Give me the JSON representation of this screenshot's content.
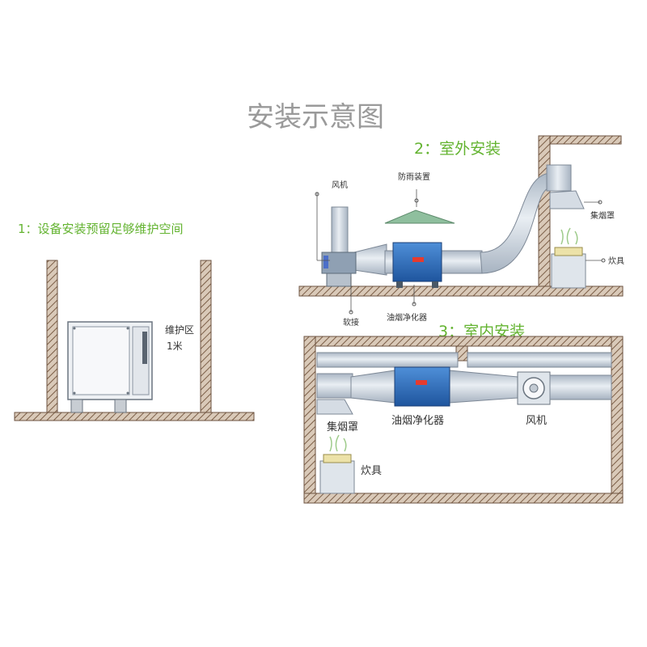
{
  "title": "安装示意图",
  "sections": {
    "s1": "1：设备安装预留足够维护空间",
    "s2": "2：室外安装",
    "s3": "3：室内安装"
  },
  "labels": {
    "maint_area": "维护区",
    "maint_dist": "1米",
    "fan_top": "风机",
    "rain_cover": "防雨装置",
    "hood_top": "集烟罩",
    "stove_top": "炊具",
    "soft_joint": "软接",
    "purifier_top": "油烟净化器",
    "hood_bottom": "集烟罩",
    "purifier_bottom": "油烟净化器",
    "fan_bottom": "风机",
    "stove_bottom": "炊具"
  },
  "colors": {
    "title": "#9a9a9a",
    "section": "#63b330",
    "purifier": "#2f6fc1",
    "duct": "#c9d3df",
    "wall": "#8c6d55"
  }
}
